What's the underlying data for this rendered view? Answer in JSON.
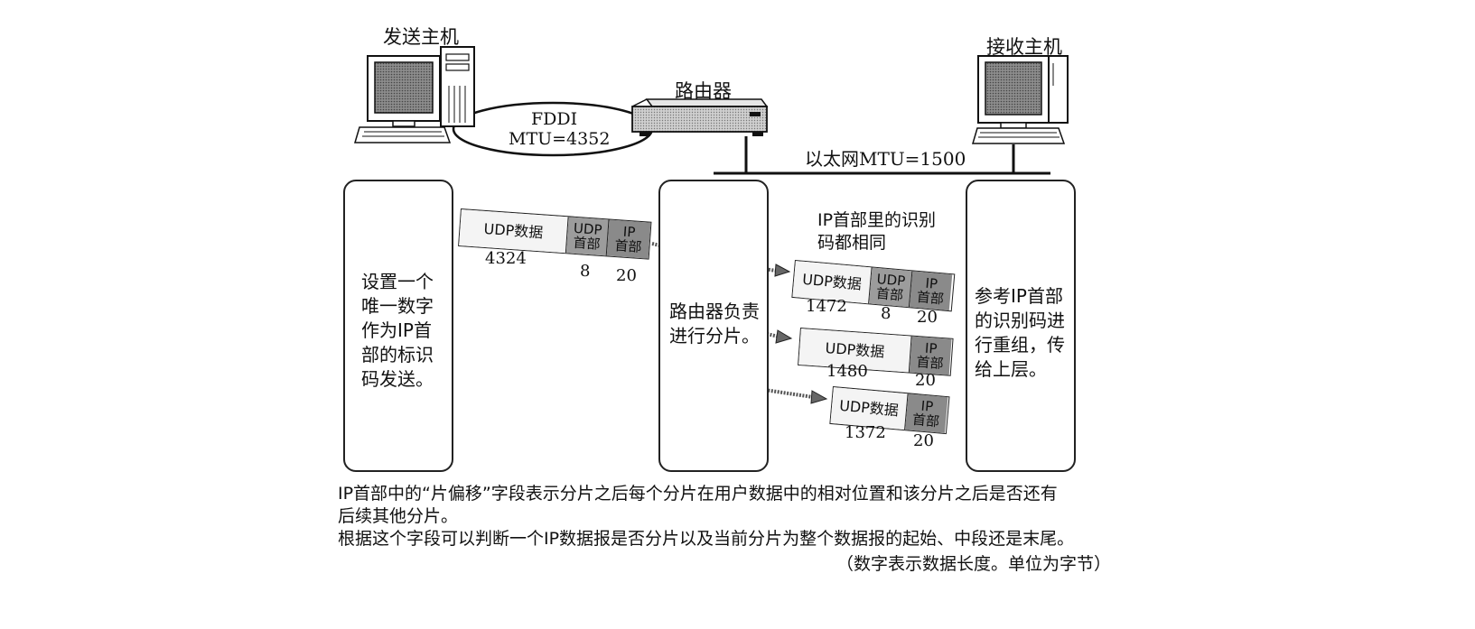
{
  "hosts": {
    "sender": "发送主机",
    "receiver": "接收主机",
    "router": "路由器"
  },
  "networks": {
    "fddi_name": "FDDI",
    "fddi_mtu": "MTU=4352",
    "ethernet": "以太网MTU=1500"
  },
  "panels": {
    "sender_lines": [
      "设置一个",
      "唯一数字",
      "作为IP首",
      "部的标识",
      "码发送。"
    ],
    "router_lines": [
      "路由器负责",
      "进行分片。"
    ],
    "receiver_lines": [
      "参考IP首部",
      "的识别码进",
      "行重组，传",
      "给上层。"
    ]
  },
  "note": {
    "same_id_line1": "IP首部里的识别",
    "same_id_line2": "码都相同"
  },
  "packets": {
    "original": {
      "udp_data_label": "UDP数据",
      "udp_header_line1": "UDP",
      "udp_header_line2": "首部",
      "ip_header_line1": "IP",
      "ip_header_line2": "首部",
      "data_size": "4324",
      "udp_header_size": "8",
      "ip_header_size": "20"
    },
    "fragment1": {
      "udp_data_label": "UDP数据",
      "udp_header_line1": "UDP",
      "udp_header_line2": "首部",
      "ip_header_line1": "IP",
      "ip_header_line2": "首部",
      "data_size": "1472",
      "udp_header_size": "8",
      "ip_header_size": "20"
    },
    "fragment2": {
      "udp_data_label": "UDP数据",
      "ip_header_line1": "IP",
      "ip_header_line2": "首部",
      "data_size": "1480",
      "ip_header_size": "20"
    },
    "fragment3": {
      "udp_data_label": "UDP数据",
      "ip_header_line1": "IP",
      "ip_header_line2": "首部",
      "data_size": "1372",
      "ip_header_size": "20"
    }
  },
  "caption": {
    "line1": "IP首部中的“片偏移”字段表示分片之后每个分片在用户数据中的相对位置和该分片之后是否还有",
    "line2": "后续其他分片。",
    "line3": "根据这个字段可以判断一个IP数据报是否分片以及当前分片为整个数据报的起始、中段还是末尾。",
    "line4": "（数字表示数据长度。单位为字节）"
  }
}
